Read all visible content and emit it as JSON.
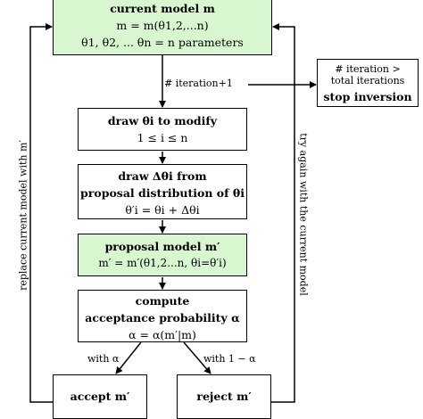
{
  "current_model": {
    "title": "current model m",
    "eq": "m = m(θ1,2,...n)",
    "params": "θ1, θ2, ... θn = n parameters"
  },
  "iteration_label": "# iteration+1",
  "stop_box": {
    "condition": "# iteration > total iterations",
    "action": "stop inversion"
  },
  "draw_theta": {
    "title": "draw θi to modify",
    "range": "1 ≤ i ≤ n"
  },
  "draw_delta": {
    "title_line1": "draw Δθi from",
    "title_line2": "proposal distribution of θi",
    "eq": "θ′i = θi + Δθi"
  },
  "proposal_model": {
    "title": "proposal model m′",
    "eq": "m′ = m′(θ1,2...n, θi=θ′i)"
  },
  "acceptance": {
    "line1": "compute",
    "line2": "acceptance probability α",
    "eq": "α = α(m′|m)"
  },
  "branch_left_label": "with α",
  "branch_right_label": "with 1 − α",
  "accept_box": "accept m′",
  "reject_box": "reject m′",
  "left_loop_label": "replace current model with m′",
  "right_loop_label": "try again with the current model"
}
